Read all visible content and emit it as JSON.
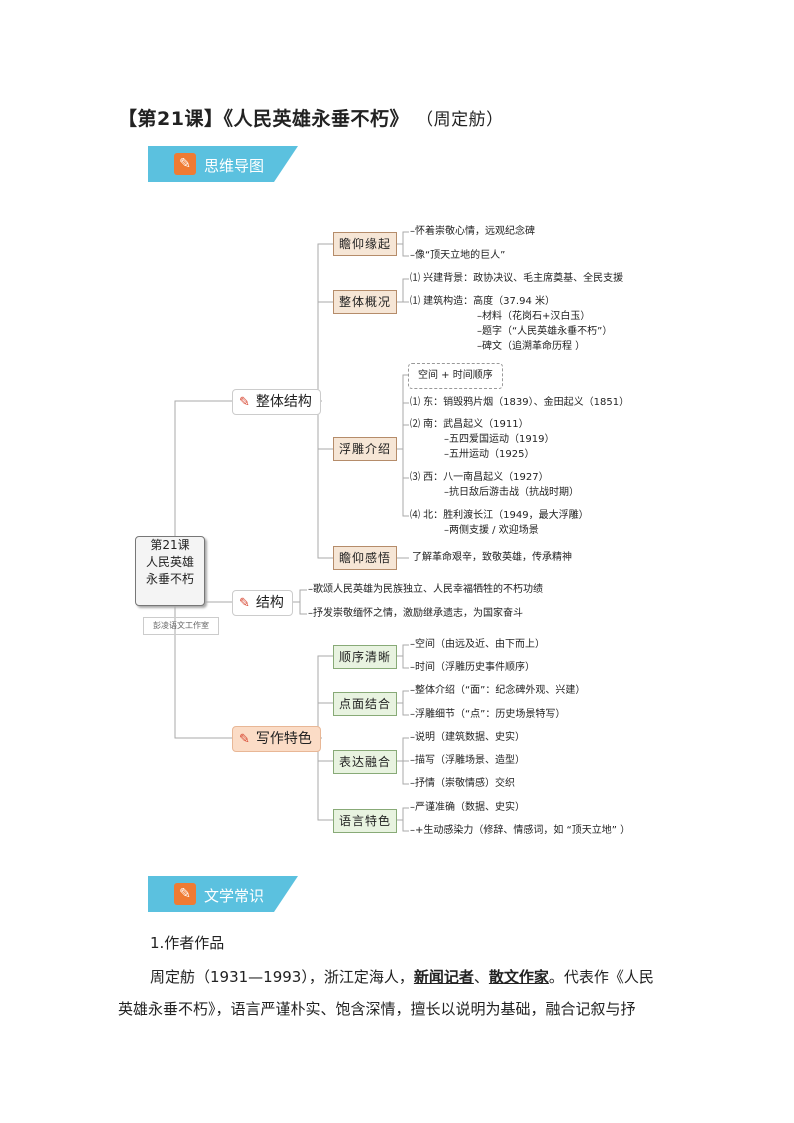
{
  "header": {
    "title": "【第21课】《人民英雄永垂不朽》",
    "author": "（周定舫）"
  },
  "banners": {
    "mindmap": "思维导图",
    "literature": "文学常识"
  },
  "mindmap": {
    "root": [
      "第21课",
      "人民英雄",
      "永垂不朽"
    ],
    "watermark": "彭凌语文工作室",
    "overall": {
      "label": "整体结构",
      "items": [
        {
          "label": "瞻仰缘起",
          "leaves": [
            "–怀着崇敬心情，远观纪念碑",
            "–像“顶天立地的巨人”"
          ]
        },
        {
          "label": "整体概况",
          "leaves": [
            "⑴ 兴建背景：政协决议、毛主席奠基、全民支援",
            "⑴ 建筑构造：高度（37.94 米）",
            "–材料（花岗石+汉白玉）",
            "–题字（“人民英雄永垂不朽”）",
            "–碑文（追溯革命历程 ）"
          ]
        },
        {
          "label": "浮雕介绍",
          "note": "空间 + 时间顺序",
          "leaves": [
            "⑴ 东：销毁鸦片烟（1839）、金田起义（1851）",
            "⑵ 南：武昌起义（1911）",
            "–五四爱国运动（1919）",
            "–五卅运动（1925）",
            "⑶ 西：八一南昌起义（1927）",
            "–抗日敌后游击战（抗战时期）",
            "⑷ 北：胜利渡长江（1949，最大浮雕）",
            "–两侧支援 / 欢迎场景"
          ]
        },
        {
          "label": "瞻仰感悟",
          "leaves": [
            "了解革命艰辛，致敬英雄，传承精神"
          ]
        }
      ]
    },
    "structure": {
      "label": "结构",
      "leaves": [
        "–歌颂人民英雄为民族独立、人民幸福牺牲的不朽功绩",
        "–抒发崇敬缅怀之情，激励继承遗志，为国家奋斗"
      ]
    },
    "writing": {
      "label": "写作特色",
      "items": [
        {
          "label": "顺序清晰",
          "leaves": [
            "–空间（由远及近、由下而上）",
            "–时间（浮雕历史事件顺序）"
          ]
        },
        {
          "label": "点面结合",
          "leaves": [
            "–整体介绍（“面”：纪念碑外观、兴建）",
            "–浮雕细节（“点”：历史场景特写）"
          ]
        },
        {
          "label": "表达融合",
          "leaves": [
            "–说明（建筑数据、史实）",
            "–描写（浮雕场景、造型）",
            "–抒情（崇敬情感）交织"
          ]
        },
        {
          "label": "语言特色",
          "leaves": [
            "–严谨准确（数据、史实）",
            "–+生动感染力（修辞、情感词，如 “顶天立地” ）"
          ]
        }
      ]
    }
  },
  "literature": {
    "heading": "1.作者作品",
    "para_lines": [
      {
        "before": "周定舫（1931—1993），浙江定海人，",
        "b1": "新闻记者",
        "sep": "、",
        "b2": "散文作家",
        "after": "。代表作《人民"
      },
      {
        "text": "英雄永垂不朽》，语言严谨朴实、饱含深情，擅长以说明为基础，融合记叙与抒"
      }
    ]
  },
  "colors": {
    "banner": "#5bc1df",
    "banner_icon": "#ef7b33",
    "pencil": "#d6432d",
    "tan_box": "#f6e6d6",
    "green_box": "#e8f3e0",
    "writing_box": "#fbdcc6"
  }
}
